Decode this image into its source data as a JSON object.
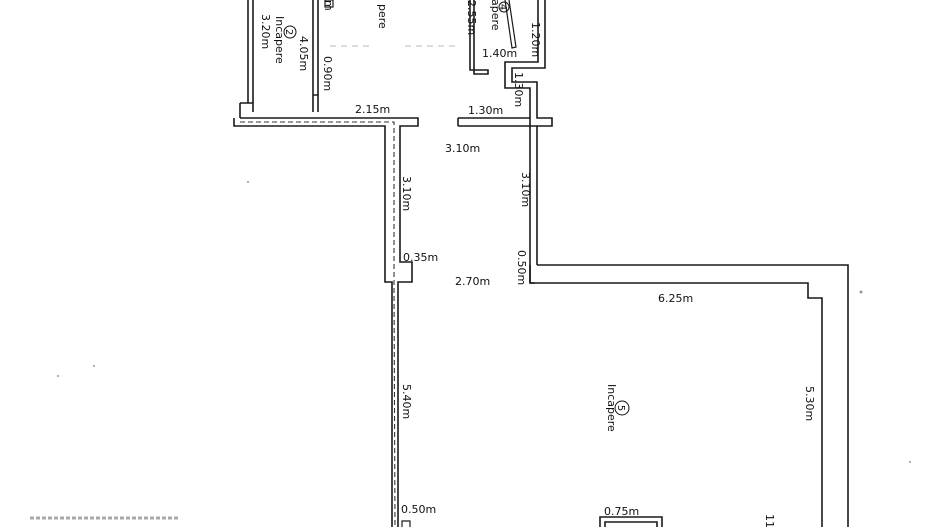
{
  "rooms": {
    "room2": {
      "number": "2",
      "label": "Incapere"
    },
    "room3": {
      "label": "pere"
    },
    "room4": {
      "number": "4",
      "label": "apere"
    },
    "room5": {
      "number": "5",
      "label": "Incapere"
    }
  },
  "dimensions": {
    "d_3_20": "3.20m",
    "d_4_05": "4.05m",
    "d_0_90": "0.90m",
    "d_m_partial": "m",
    "d_2_55": "2.55m",
    "d_1_20": "1.20m",
    "d_1_40": "1.40m",
    "d_1_30_v": "1.30m",
    "d_2_15": "2.15m",
    "d_1_30_h": "1.30m",
    "d_3_10_h": "3.10m",
    "d_3_10_left": "3.10m",
    "d_3_10_right": "3.10m",
    "d_0_35": "0.35m",
    "d_0_50_mid": "0.50m",
    "d_2_70": "2.70m",
    "d_6_25": "6.25m",
    "d_5_40": "5.40m",
    "d_5_30": "5.30m",
    "d_0_50_bottom": "0.50m",
    "d_0_75": "0.75m",
    "d_11_partial": "11"
  },
  "colors": {
    "wall": "#1a1a1a",
    "background": "#ffffff"
  }
}
